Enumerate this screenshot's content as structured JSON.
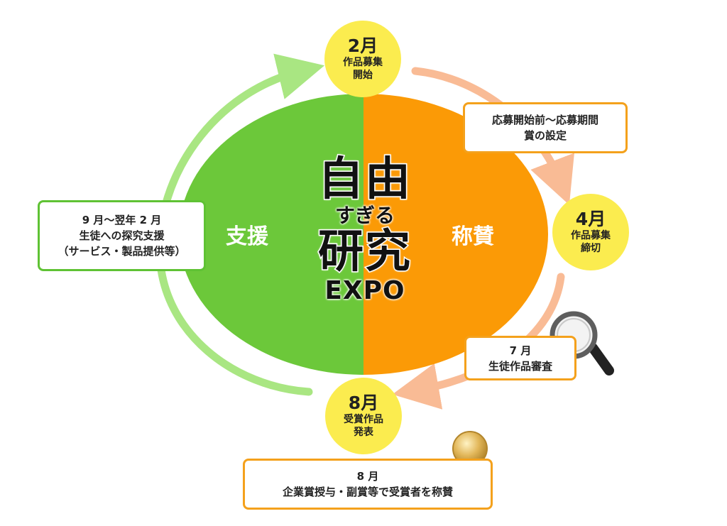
{
  "center": {
    "left_label": "支援",
    "right_label": "称賛",
    "logo": {
      "line1": "自由",
      "line2": "すぎる",
      "line3": "研究",
      "line4": "EXPO"
    }
  },
  "steps": [
    {
      "month": "2月",
      "desc_lines": [
        "作品募集",
        "開始"
      ]
    },
    {
      "month": "4月",
      "desc_lines": [
        "作品募集",
        "締切"
      ]
    },
    {
      "month": "8月",
      "desc_lines": [
        "受賞作品",
        "発表"
      ]
    }
  ],
  "notes": {
    "prize_setting": {
      "lines": [
        "応募開始前～応募期間",
        "賞の設定"
      ]
    },
    "review": {
      "lines": [
        "7 月",
        "生徒作品審査"
      ]
    },
    "support": {
      "lines": [
        "9 月～翌年 2 月",
        "生徒への探究支援",
        "（サービス・製品提供等）"
      ]
    },
    "award": {
      "lines": [
        "8 月",
        "企業賞授与・副賞等で受賞者を称賛"
      ]
    }
  },
  "icons": [
    "magnifier-icon",
    "medal-icon"
  ],
  "colors": {
    "green": "#6cc83a",
    "orange": "#fb9a06",
    "yellow": "#fbec4f",
    "light_green_arrow": "#a9e682",
    "light_orange_arrow": "#f9bb95",
    "box_orange": "#f4a11c"
  }
}
